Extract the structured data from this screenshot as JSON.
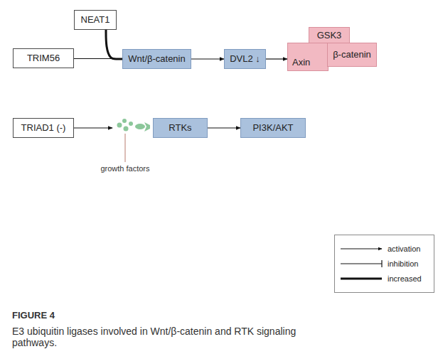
{
  "diagram": {
    "caption": "E3 ubiquitin ligases involved in Wnt/β-catenin and RTK signaling pathways.",
    "nodes": [
      {
        "text": [
          "NEAT1"
        ]
      },
      {
        "text": [
          "TRIM56"
        ]
      },
      {
        "text": [
          "Wnt/β-catenin"
        ]
      },
      {
        "text": [
          "DVL2 ↓"
        ]
      },
      {
        "text": [
          "GSK3"
        ]
      },
      {
        "text": [
          "Axin"
        ]
      },
      {
        "text": [
          "β-catenin"
        ]
      },
      {
        "text": [
          "TRIAD1 (-)"
        ]
      },
      {
        "text": [
          "RTKs"
        ]
      },
      {
        "text": [
          "PI3K/AKT"
        ]
      }
    ],
    "edges": [
      {
        "from": 0,
        "to": 2,
        "arrow": "none"
      },
      {
        "from": 1,
        "to": 2,
        "arrow": "none"
      },
      {
        "from": 2,
        "to": 3,
        "arrow": "to"
      },
      {
        "from": 3,
        "to": 5,
        "arrow": "to"
      },
      {
        "from": 8,
        "to": 9,
        "arrow": "to"
      }
    ],
    "labels": [
      "growth factors",
      "FIGURE 4"
    ],
    "legend": [
      {
        "text": "activation"
      },
      {
        "text": "inhibition"
      },
      {
        "text": "increased"
      }
    ]
  }
}
